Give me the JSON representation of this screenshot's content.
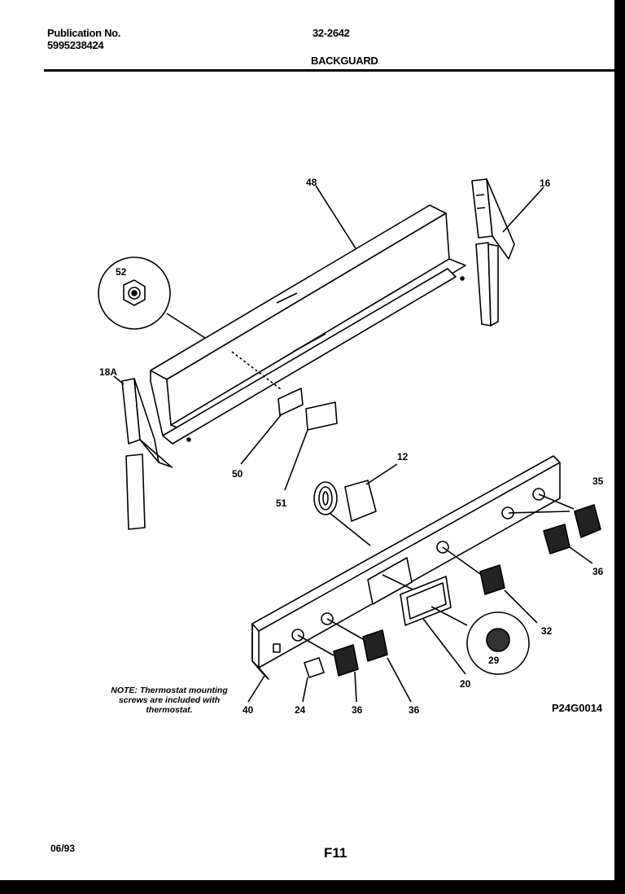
{
  "header": {
    "publication_label": "Publication No.",
    "publication_number": "5995238424",
    "model_number": "32-2642",
    "section_title": "BACKGUARD"
  },
  "callouts": {
    "c48": "48",
    "c16": "16",
    "c52": "52",
    "c18a": "18A",
    "c50": "50",
    "c51": "51",
    "c12": "12",
    "c35": "35",
    "c36a": "36",
    "c32": "32",
    "c29": "29",
    "c20": "20",
    "c40": "40",
    "c24": "24",
    "c36b": "36",
    "c36c": "36"
  },
  "note": {
    "line1": "NOTE: Thermostat mounting",
    "line2": "screws are included with",
    "line3": "thermostat."
  },
  "diagram_code": "P24G0014",
  "footer": {
    "date": "06/93",
    "page": "F11"
  }
}
